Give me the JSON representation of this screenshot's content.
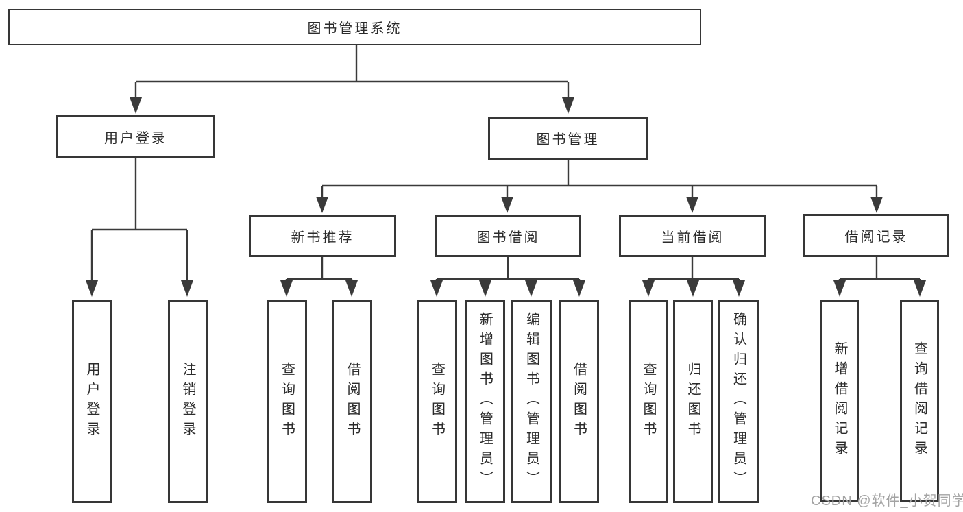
{
  "tree": {
    "root": {
      "label": "图书管理系统"
    },
    "branches": [
      {
        "label": "用户登录",
        "children": [
          {
            "label": "用户登录"
          },
          {
            "label": "注销登录"
          }
        ]
      },
      {
        "label": "图书管理",
        "children": [
          {
            "label": "新书推荐",
            "children": [
              {
                "label": "查询图书"
              },
              {
                "label": "借阅图书"
              }
            ]
          },
          {
            "label": "图书借阅",
            "children": [
              {
                "label": "查询图书"
              },
              {
                "label": "新增图书（管理员）"
              },
              {
                "label": "编辑图书（管理员）"
              },
              {
                "label": "借阅图书"
              }
            ]
          },
          {
            "label": "当前借阅",
            "children": [
              {
                "label": "查询图书"
              },
              {
                "label": "归还图书"
              },
              {
                "label": "确认归还（管理员）"
              }
            ]
          },
          {
            "label": "借阅记录",
            "children": [
              {
                "label": "新增借阅记录"
              },
              {
                "label": "查询借阅记录"
              }
            ]
          }
        ]
      }
    ]
  },
  "watermark": {
    "text": "CSDN @软件_小贺同学"
  },
  "colors": {
    "line": "#3a3a3a",
    "box_border": "#363636",
    "text": "#2b2b2b",
    "watermark": "#a3a3a3",
    "background": "#ffffff"
  }
}
